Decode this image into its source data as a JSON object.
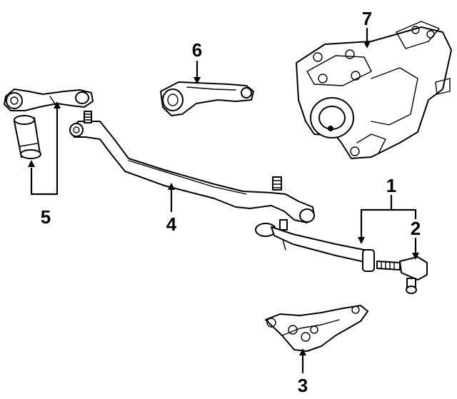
{
  "callouts": [
    {
      "id": "1",
      "label": "1",
      "part": "tie-rod-assembly"
    },
    {
      "id": "2",
      "label": "2",
      "part": "tie-rod-end"
    },
    {
      "id": "3",
      "label": "3",
      "part": "bracket"
    },
    {
      "id": "4",
      "label": "4",
      "part": "center-link"
    },
    {
      "id": "5",
      "label": "5",
      "part": "idler-arm"
    },
    {
      "id": "6",
      "label": "6",
      "part": "pitman-arm"
    },
    {
      "id": "7",
      "label": "7",
      "part": "steering-gear"
    }
  ],
  "colors": {
    "ink": "#000000",
    "paper": "#ffffff"
  }
}
